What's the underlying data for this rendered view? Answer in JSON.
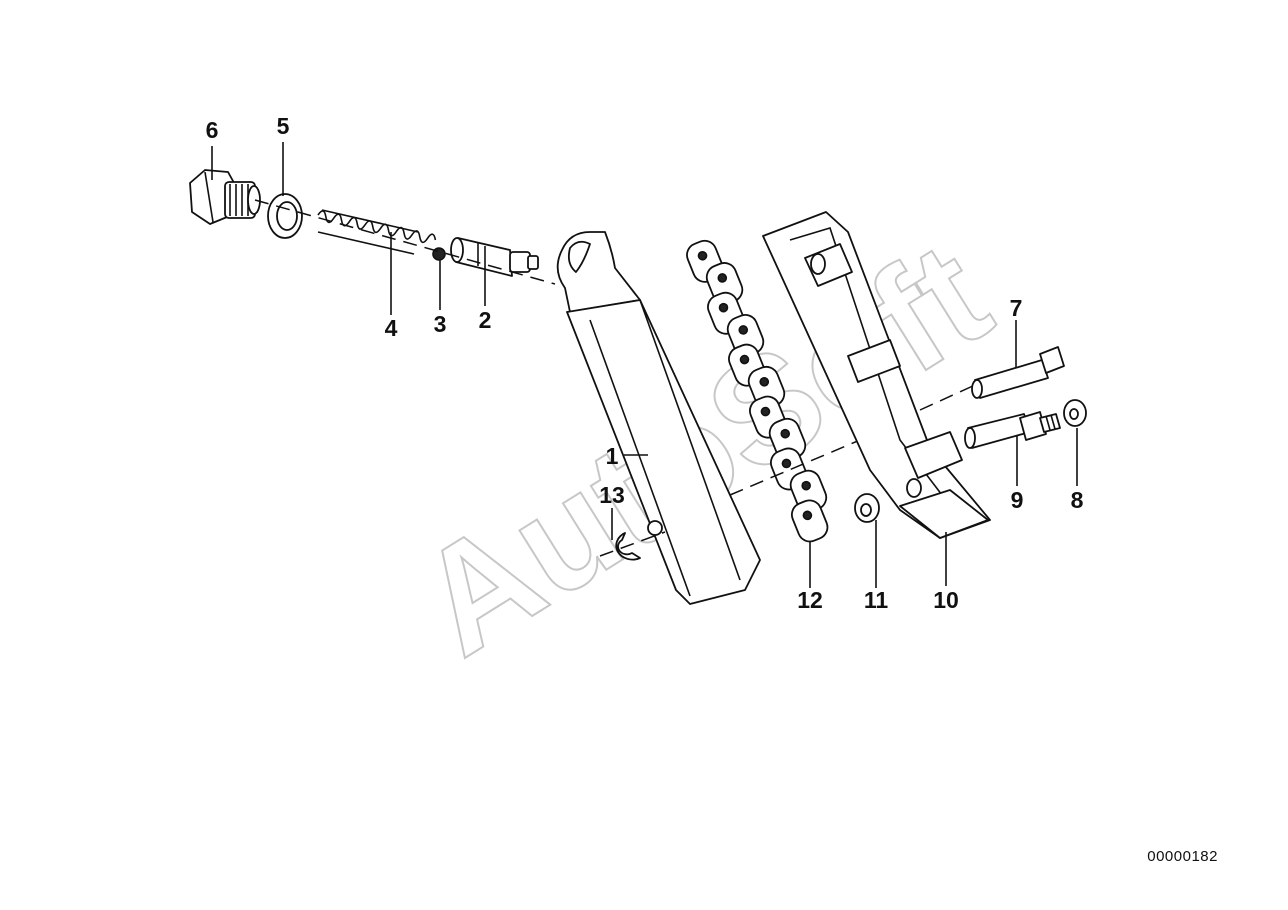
{
  "watermark": "AutoSoft",
  "diagram_ref": "00000182",
  "parts": [
    {
      "label": "1"
    },
    {
      "label": "2"
    },
    {
      "label": "3"
    },
    {
      "label": "4"
    },
    {
      "label": "5"
    },
    {
      "label": "6"
    },
    {
      "label": "7"
    },
    {
      "label": "8"
    },
    {
      "label": "9"
    },
    {
      "label": "10"
    },
    {
      "label": "11"
    },
    {
      "label": "12"
    },
    {
      "label": "13"
    }
  ]
}
